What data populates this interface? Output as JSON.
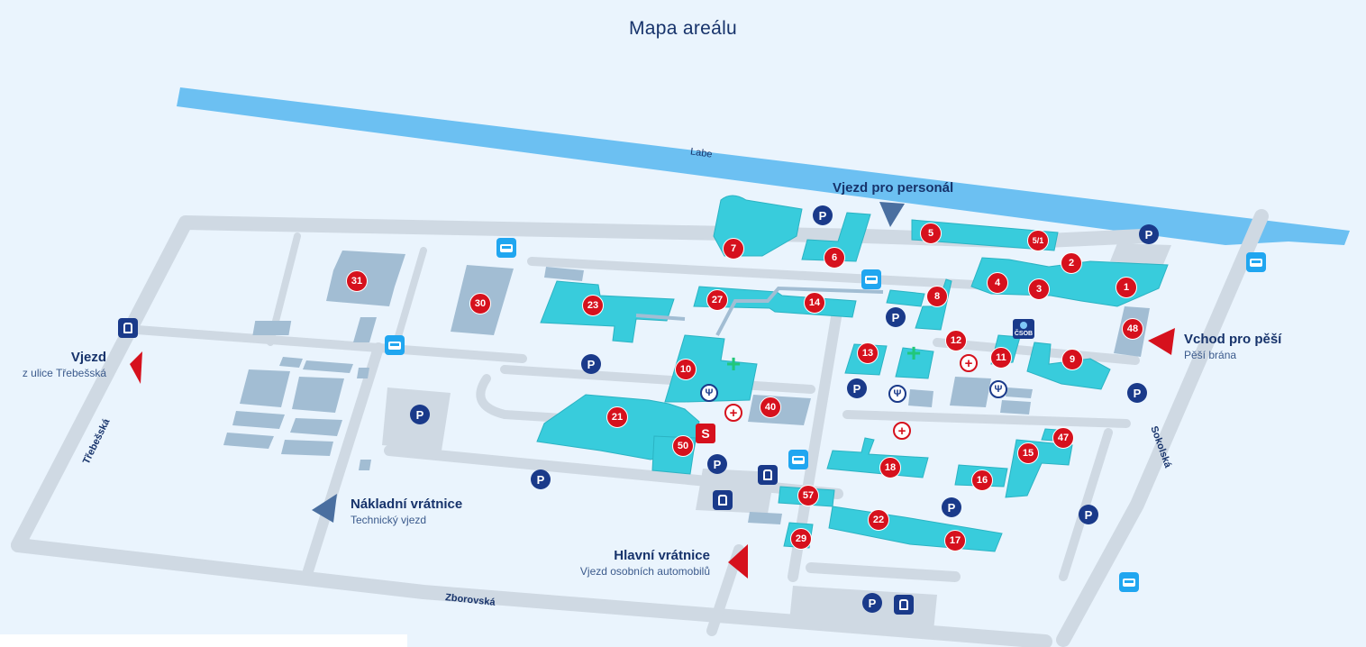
{
  "title": "Mapa areálu",
  "river": "Labe",
  "streets": {
    "trebesska": "Třebešská",
    "zborovska": "Zborovská",
    "sokolska": "Sokolská"
  },
  "entrances": {
    "vjezd": {
      "title": "Vjezd",
      "subtitle": "z ulice Třebešská"
    },
    "personal": {
      "title": "Vjezd pro personál"
    },
    "pesi": {
      "title": "Vchod pro pěší",
      "subtitle": "Pěší brána"
    },
    "nakladni": {
      "title": "Nákladní vrátnice",
      "subtitle": "Technický vjezd"
    },
    "hlavni": {
      "title": "Hlavní vrátnice",
      "subtitle": "Vjezd osobních automobilů"
    }
  },
  "buildings": [
    "1",
    "2",
    "3",
    "4",
    "5",
    "5/1",
    "6",
    "7",
    "8",
    "9",
    "10",
    "11",
    "12",
    "13",
    "14",
    "15",
    "16",
    "17",
    "18",
    "21",
    "22",
    "23",
    "27",
    "29",
    "30",
    "31",
    "40",
    "47",
    "48",
    "50",
    "57"
  ],
  "icons": {
    "parking": "P",
    "bank": "S",
    "csob": "ČSOB",
    "food": "Ψ"
  },
  "colors": {
    "building": "#38ccdc",
    "building_gray": "#a2bdd3",
    "road": "#cfd9e3",
    "river": "#6cc0f2",
    "marker": "#d6111d",
    "navy": "#1a3a8a",
    "bus": "#20a6f0",
    "entrance_blue": "#4a6fa0",
    "background": "#eaf4fd"
  }
}
